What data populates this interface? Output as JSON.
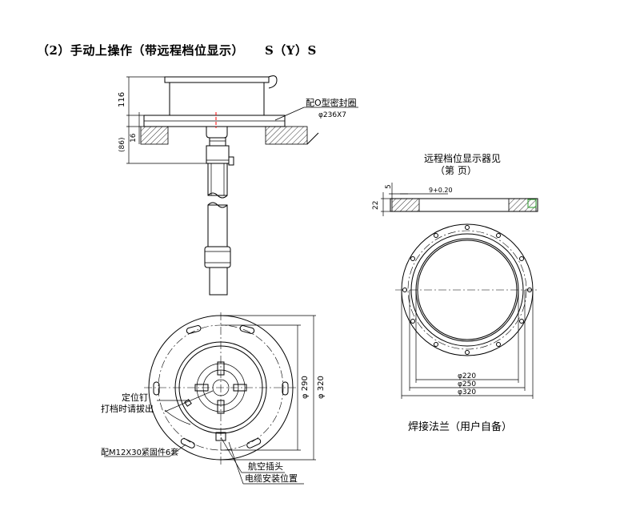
{
  "heading": {
    "title": "（2）手动上操作（带远程档位显示）",
    "code": "S（Y）S"
  },
  "side_view": {
    "dim_height": "116",
    "dim_flange": "16",
    "dim_shaft": "(86)",
    "seal_label": "配O型密封圈",
    "seal_spec": "φ236X7"
  },
  "top_view": {
    "dim_inner": "φ 290",
    "dim_outer": "φ 320",
    "pin_label": "定位钉",
    "pin_note": "打档时请拔出",
    "fastener_label": "配M12X30紧固件6套",
    "plug_label": "航空插头",
    "cable_label": "电缆安装位置"
  },
  "flange_view": {
    "note_line1": "远程档位显示器见",
    "note_line2": "（第    页）",
    "dim_depth": "5",
    "dim_thickness": "22",
    "dim_groove": "9+0.20",
    "dim_d1": "φ220",
    "dim_d2": "φ250",
    "dim_d3": "φ320",
    "caption": "焊接法兰（用户自备）"
  },
  "colors": {
    "accent_mark": "#ff0000",
    "flange_mark": "#2a9d2a"
  }
}
